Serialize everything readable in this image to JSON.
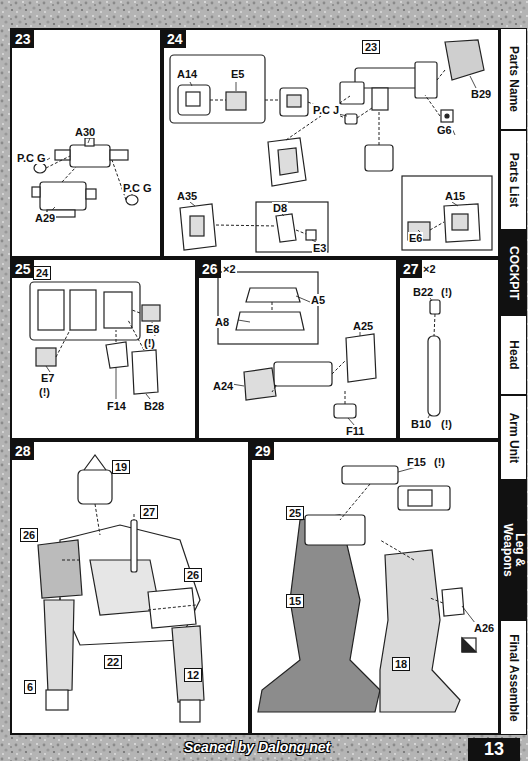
{
  "diagram": {
    "nodes": [
      {
        "text": [
          "23"
        ]
      },
      {
        "text": [
          "24"
        ]
      },
      {
        "text": [
          "25"
        ]
      },
      {
        "text": [
          "26"
        ]
      },
      {
        "text": [
          "27"
        ]
      },
      {
        "text": [
          "28"
        ]
      },
      {
        "text": [
          "29"
        ]
      },
      {
        "text": [
          "Parts Name"
        ]
      },
      {
        "text": [
          "Parts List"
        ]
      },
      {
        "text": [
          "COCKPIT"
        ]
      },
      {
        "text": [
          "Head"
        ]
      },
      {
        "text": [
          "Arm Unit"
        ]
      },
      {
        "text": [
          "Leg & Weapons"
        ]
      },
      {
        "text": [
          "Final Assemble"
        ]
      },
      {
        "text": [
          "13"
        ]
      }
    ],
    "labels": [
      "P.C G",
      "A30",
      "P.C G",
      "A29",
      "A14",
      "E5",
      "P.C J",
      "23",
      "B29",
      "G6",
      "A35",
      "D8",
      "E3",
      "A15",
      "E6",
      "24",
      "E8",
      "(!)",
      "E7",
      "(!)",
      "F14",
      "B28",
      "×2",
      "A5",
      "A8",
      "A25",
      "A24",
      "F11",
      "×2",
      "B22",
      "(!)",
      "B10",
      "(!)",
      "19",
      "27",
      "26",
      "26",
      "22",
      "6",
      "12",
      "F15",
      "(!)",
      "25",
      "15",
      "18",
      "A26",
      "Scaned by Dalong.net"
    ]
  }
}
